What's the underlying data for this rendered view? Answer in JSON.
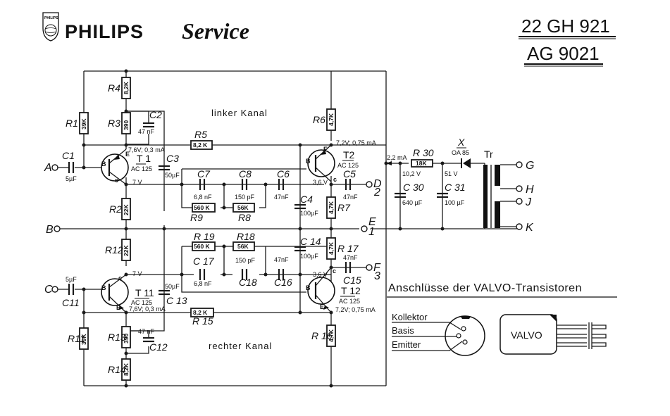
{
  "header": {
    "brand": "PHILIPS",
    "logo_text": "PHILIPS",
    "service": "Service",
    "model_1": "22 GH 921",
    "model_2": "AG 9021"
  },
  "channels": {
    "left": "linker Kanal",
    "right": "rechter Kanal"
  },
  "terminals": {
    "A": "A",
    "B": "B",
    "C": "C",
    "D": "D",
    "D_num": "2",
    "E": "E",
    "E_num": "1",
    "F": "F",
    "F_num": "3",
    "G": "G",
    "H": "H",
    "J": "J",
    "K": "K"
  },
  "components": {
    "R1": {
      "label": "R1",
      "value": "39K"
    },
    "R2": {
      "label": "R2",
      "value": "22K"
    },
    "R3": {
      "label": "R3",
      "value": "390"
    },
    "R4": {
      "label": "R4",
      "value": "8,2K"
    },
    "R5": {
      "label": "R5",
      "value": "8,2 K"
    },
    "R6": {
      "label": "R6",
      "value": "4,7K"
    },
    "R7": {
      "label": "R7",
      "value": "4,7K"
    },
    "R8": {
      "label": "R8",
      "value": "56K"
    },
    "R9": {
      "label": "R9",
      "value": "560 K"
    },
    "R11": {
      "label": "R11",
      "value": "39K"
    },
    "R12": {
      "label": "R12",
      "value": "22K"
    },
    "R13": {
      "label": "R13",
      "value": "390"
    },
    "R14": {
      "label": "R14",
      "value": "8,2K"
    },
    "R15": {
      "label": "R 15",
      "value": "8,2 K"
    },
    "R16": {
      "label": "R 16",
      "value": "4,7K"
    },
    "R17": {
      "label": "R 17",
      "value": "4,7K"
    },
    "R18": {
      "label": "R18",
      "value": "56K"
    },
    "R19": {
      "label": "R 19",
      "value": "560 K"
    },
    "R30": {
      "label": "R 30",
      "value": "18K"
    },
    "C1": {
      "label": "C1",
      "value": "5µF"
    },
    "C2": {
      "label": "C2",
      "value": "47 nF"
    },
    "C3": {
      "label": "C3",
      "value": "50µF"
    },
    "C4": {
      "label": "C4",
      "value": "100µF"
    },
    "C5": {
      "label": "C5",
      "value": "47nF"
    },
    "C6": {
      "label": "C6",
      "value": "47nF"
    },
    "C7": {
      "label": "C7",
      "value": "6,8 nF"
    },
    "C8": {
      "label": "C8",
      "value": "150 pF"
    },
    "C11": {
      "label": "C11",
      "value": "5µF"
    },
    "C12": {
      "label": "C12",
      "value": "47 nF"
    },
    "C13": {
      "label": "C 13",
      "value": "50µF"
    },
    "C14": {
      "label": "C 14",
      "value": "100µF"
    },
    "C15": {
      "label": "C15",
      "value": "47nF"
    },
    "C16": {
      "label": "C16",
      "value": "47nF"
    },
    "C17": {
      "label": "C 17",
      "value": "6,8 nF"
    },
    "C18": {
      "label": "C18",
      "value": "150 pF"
    },
    "C30": {
      "label": "C 30",
      "value": "640 µF"
    },
    "C31": {
      "label": "C 31",
      "value": "100 µF"
    },
    "T1": {
      "label": "T 1",
      "type": "AC 125",
      "bias": "7,6V; 0,3 mA",
      "vc": "7 V"
    },
    "T2": {
      "label": "T2",
      "type": "AC 125",
      "bias": "7,2V; 0,75 mA",
      "vc": "3,6 V"
    },
    "T11": {
      "label": "T 11",
      "type": "AC 125",
      "bias": "7,6V; 0,3 mA",
      "vc": "7 V"
    },
    "T12": {
      "label": "T 12",
      "type": "AC 125",
      "bias": "7,2V; 0,75 mA",
      "vc": "3,6 V"
    },
    "X": {
      "label": "X",
      "type": "OA 85"
    },
    "Tr": {
      "label": "Tr"
    }
  },
  "pins": {
    "B": "B",
    "C": "c",
    "E": "E"
  },
  "supply": {
    "current": "2,2 mA",
    "v_filter": "10,2 V",
    "v_rect": "51 V"
  },
  "pinout": {
    "title": "Anschlüsse der VALVO-Transistoren",
    "kollektor": "Kollektor",
    "basis": "Basis",
    "emitter": "Emitter",
    "package_label": "VALVO"
  }
}
